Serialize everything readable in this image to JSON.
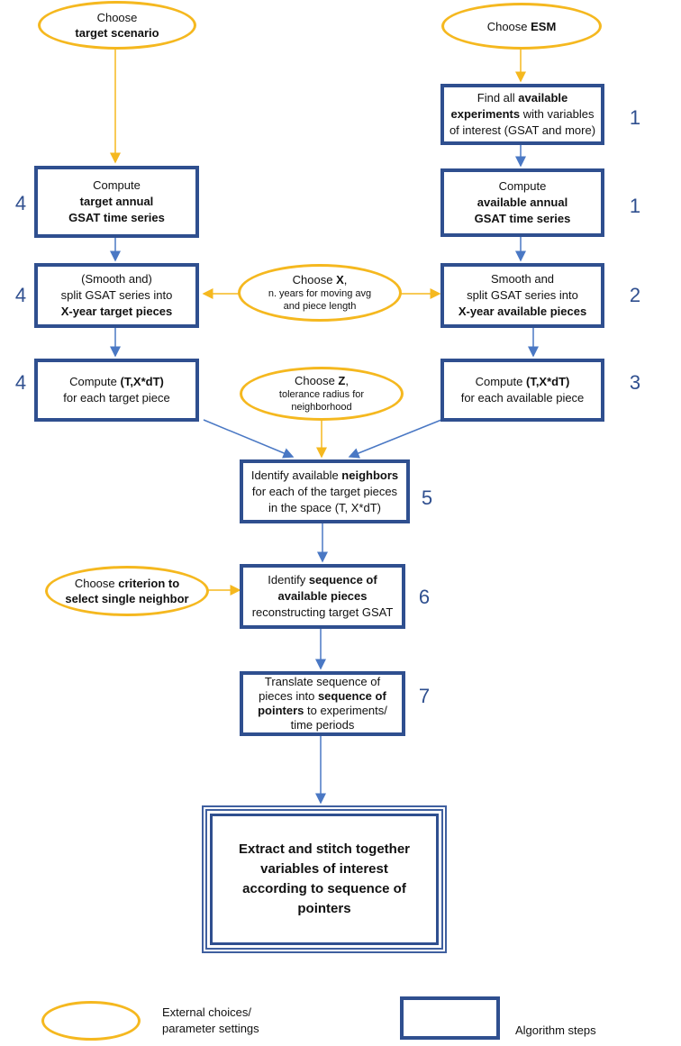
{
  "choices": {
    "target_scenario": {
      "pre": "Choose",
      "bold": "target scenario"
    },
    "esm": {
      "pre": "Choose ",
      "bold": "ESM"
    },
    "x": {
      "pre": "Choose ",
      "bold": "X",
      "post": ",",
      "line2": "n. years for moving avg",
      "line3": "and piece length"
    },
    "z": {
      "pre": "Choose ",
      "bold": "Z",
      "post": ",",
      "line2": "tolerance radius for",
      "line3": "neighborhood"
    },
    "criterion": {
      "pre": "Choose ",
      "bold1": "criterion to",
      "bold2": "select single neighbor"
    }
  },
  "steps": {
    "find_experiments": {
      "l1a": "Find all ",
      "l1b": "available",
      "l2a": "experiments",
      "l2b": " with variables",
      "l3": "of interest (GSAT and more)",
      "num": "1"
    },
    "available_gsat": {
      "l1": "Compute",
      "l2": "available annual",
      "l3": "GSAT time series",
      "num": "1"
    },
    "target_gsat": {
      "l1": "Compute",
      "l2": "target annual",
      "l3": "GSAT time series",
      "num": "4"
    },
    "target_split": {
      "l1": "(Smooth and)",
      "l2": "split GSAT series into",
      "l3": "X-year target pieces",
      "num": "4"
    },
    "available_split": {
      "l1": "Smooth and",
      "l2": "split  GSAT series into",
      "l3": "X-year available pieces",
      "num": "2"
    },
    "target_compute": {
      "l1a": "Compute ",
      "l1b": "(T,X*dT)",
      "l2": "for each target piece",
      "num": "4"
    },
    "available_compute": {
      "l1a": "Compute ",
      "l1b": "(T,X*dT)",
      "l2": "for each available piece",
      "num": "3"
    },
    "neighbors": {
      "l1a": "Identify available ",
      "l1b": "neighbors",
      "l2": "for each of the target pieces",
      "l3": "in the space  (T, X*dT)",
      "num": "5"
    },
    "sequence": {
      "l1a": "Identify ",
      "l1b": "sequence of",
      "l2": "available pieces",
      "l3": "reconstructing target GSAT",
      "num": "6"
    },
    "translate": {
      "l1": "Translate sequence of",
      "l2a": "pieces into ",
      "l2b": "sequence of",
      "l3a": "pointers",
      "l3b": " to experiments/",
      "l4": "time periods",
      "num": "7"
    },
    "extract": {
      "l1": "Extract and stitch together",
      "l2": "variables of interest",
      "l3": "according to sequence of",
      "l4": "pointers"
    }
  },
  "legend": {
    "choices_line1": "External choices/",
    "choices_line2": "parameter settings",
    "steps": "Algorithm steps"
  },
  "colors": {
    "choice": "#f5b81f",
    "step": "#2f4f8f",
    "step_arrow": "#4a78c4"
  }
}
